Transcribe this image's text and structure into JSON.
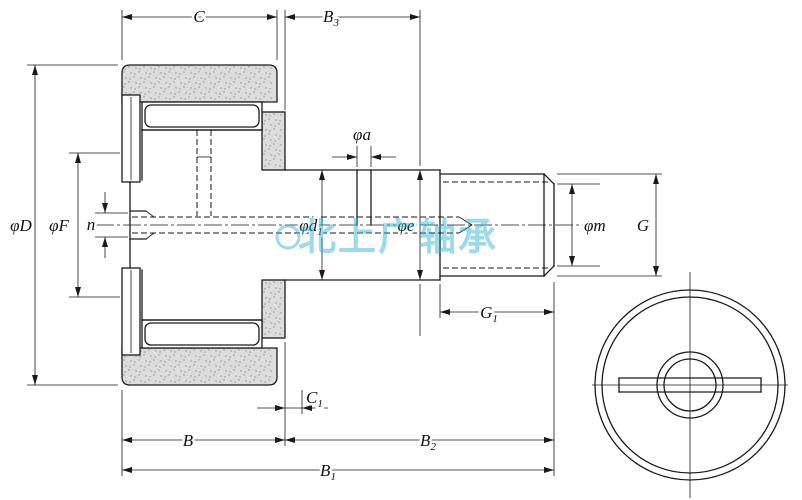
{
  "watermark": {
    "text": "北上广轴承",
    "color": "#2cb2d4"
  },
  "colors": {
    "line": "#1a1a1a",
    "section_fill": "#dcdcdc",
    "section_dot": "#909090"
  },
  "dimension_labels": {
    "C": {
      "main": "C",
      "sub": ""
    },
    "B3": {
      "main": "B",
      "sub": "3"
    },
    "phi_a": {
      "main": "φa",
      "sub": ""
    },
    "phi_D": {
      "main": "φD",
      "sub": ""
    },
    "phi_F": {
      "main": "φF",
      "sub": ""
    },
    "n": {
      "main": "n",
      "sub": ""
    },
    "phi_d1": {
      "main": "φd",
      "sub": "1"
    },
    "phi_e": {
      "main": "φe",
      "sub": ""
    },
    "phi_m": {
      "main": "φm",
      "sub": ""
    },
    "G": {
      "main": "G",
      "sub": ""
    },
    "G1": {
      "main": "G",
      "sub": "1"
    },
    "C1": {
      "main": "C",
      "sub": "1"
    },
    "B": {
      "main": "B",
      "sub": ""
    },
    "B2": {
      "main": "B",
      "sub": "2"
    },
    "B1": {
      "main": "B",
      "sub": "1"
    }
  }
}
